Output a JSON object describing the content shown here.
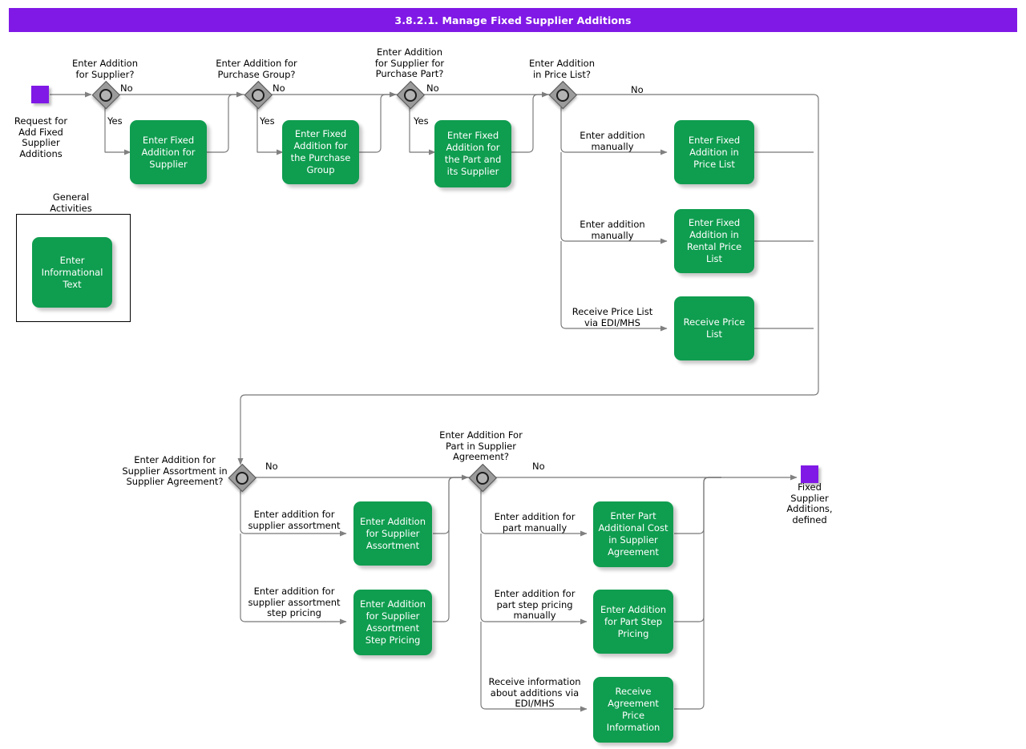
{
  "header": {
    "title": "3.8.2.1. Manage Fixed Supplier Additions",
    "bar_color": "#8019e6"
  },
  "palette": {
    "task_green": "#0f9d4f",
    "event_purple": "#8019e6",
    "gateway_gray": "#9b9b9b",
    "line": "#666666",
    "text": "#000000"
  },
  "start_event": {
    "name": "start-event",
    "label": "Request for\nAdd Fixed\nSupplier\nAdditions"
  },
  "end_event": {
    "name": "end-event",
    "label": "Fixed\nSupplier\nAdditions,\ndefined"
  },
  "group": {
    "title": "General\nActivities",
    "task": "Enter\nInformational\nText"
  },
  "gateways": [
    {
      "id": "gw-supplier",
      "question": "Enter Addition\nfor Supplier?",
      "yes": "Yes",
      "no": "No"
    },
    {
      "id": "gw-purchase-group",
      "question": "Enter Addition for\nPurchase Group?",
      "yes": "Yes",
      "no": "No"
    },
    {
      "id": "gw-purchase-part",
      "question": "Enter Addition\nfor Supplier for\nPurchase Part?",
      "yes": "Yes",
      "no": "No"
    },
    {
      "id": "gw-price-list",
      "question": "Enter Addition\nin Price List?",
      "yes": "",
      "no": "No"
    },
    {
      "id": "gw-supplier-assortment",
      "question": "Enter Addition for\nSupplier Assortment in\nSupplier Agreement?",
      "yes": "",
      "no": "No"
    },
    {
      "id": "gw-part-agreement",
      "question": "Enter Addition For\nPart in Supplier\nAgreement?",
      "yes": "",
      "no": "No"
    }
  ],
  "tasks": [
    {
      "id": "task-fixed-addition-supplier",
      "label": "Enter Fixed\nAddition for\nSupplier"
    },
    {
      "id": "task-fixed-addition-purchase-group",
      "label": "Enter Fixed\nAddition for the\nPurchase Group"
    },
    {
      "id": "task-fixed-addition-part-supplier",
      "label": "Enter Fixed\nAddition for the\nPart and its\nSupplier"
    },
    {
      "id": "task-fixed-addition-price-list",
      "label": "Enter Fixed\nAddition in Price\nList"
    },
    {
      "id": "task-fixed-addition-rental-price",
      "label": "Enter Fixed\nAddition in\nRental Price List"
    },
    {
      "id": "task-receive-price-list",
      "label": "Receive Price\nList"
    },
    {
      "id": "task-addition-supplier-assortment",
      "label": "Enter Addition\nfor Supplier\nAssortment"
    },
    {
      "id": "task-assortment-step-pricing",
      "label": "Enter Addition\nfor Supplier\nAssortment Step\nPricing"
    },
    {
      "id": "task-part-additional-cost",
      "label": "Enter Part\nAdditional Cost\nin Supplier\nAgreement"
    },
    {
      "id": "task-part-step-pricing",
      "label": "Enter Addition\nfor Part Step\nPricing"
    },
    {
      "id": "task-receive-agreement-price",
      "label": "Receive\nAgreement Price\nInformation"
    }
  ],
  "flow_labels": {
    "price_manual_1": "Enter addition\nmanually",
    "price_manual_2": "Enter addition\nmanually",
    "price_edi": "Receive Price List\nvia EDI/MHS",
    "assortment": "Enter addition for\nsupplier assortment",
    "assortment_step": "Enter addition for\nsupplier assortment\nstep pricing",
    "part_manual": "Enter addition for\npart manually",
    "part_step_manual": "Enter addition for\npart step pricing\nmanually",
    "part_edi": "Receive information\nabout additions via\nEDI/MHS"
  }
}
